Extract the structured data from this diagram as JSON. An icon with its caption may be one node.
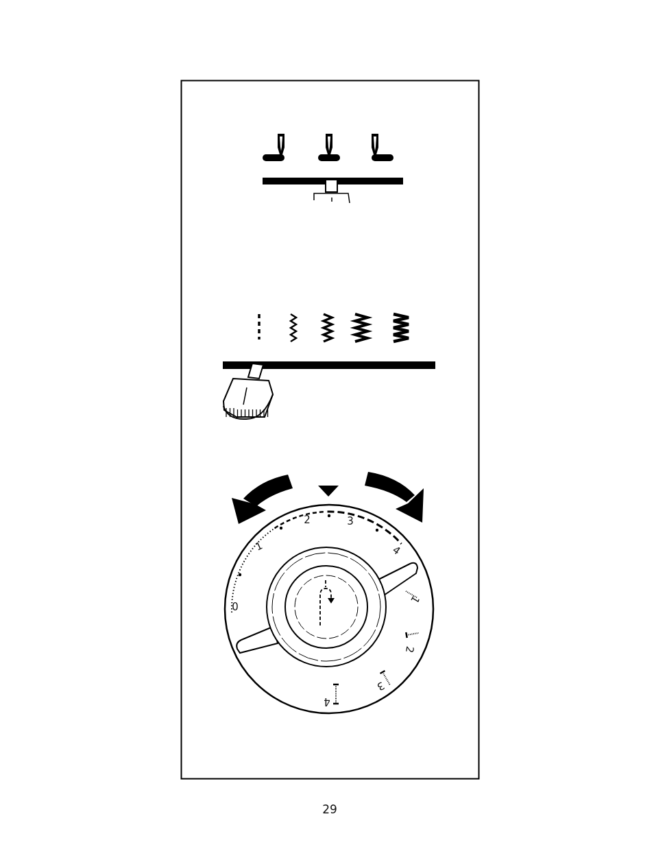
{
  "diagram": {
    "labels": [
      "2",
      "3",
      "1",
      "4",
      "0",
      "1",
      "2",
      "3",
      "4",
      "29"
    ]
  }
}
